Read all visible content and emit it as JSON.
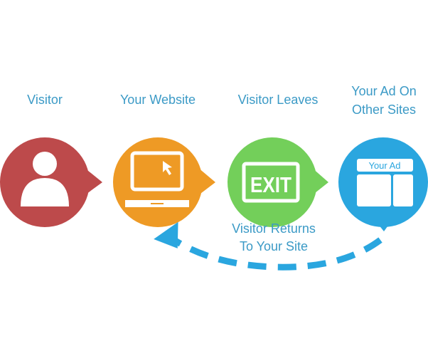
{
  "steps": [
    {
      "label": "Visitor",
      "color": "#bd4a4b",
      "icon": "user-icon"
    },
    {
      "label": "Your Website",
      "color": "#ee9a25",
      "icon": "laptop-icon"
    },
    {
      "label": "Visitor Leaves",
      "color": "#73cf5a",
      "icon": "exit-sign-icon",
      "icon_text": "EXIT"
    },
    {
      "label_line1": "Your Ad On",
      "label_line2": "Other Sites",
      "color": "#2aa6df",
      "icon": "ad-layout-icon",
      "icon_text": "Your Ad"
    }
  ],
  "return_path": {
    "line1": "Visitor Returns",
    "line2": "To Your Site",
    "color": "#2aa6df"
  }
}
